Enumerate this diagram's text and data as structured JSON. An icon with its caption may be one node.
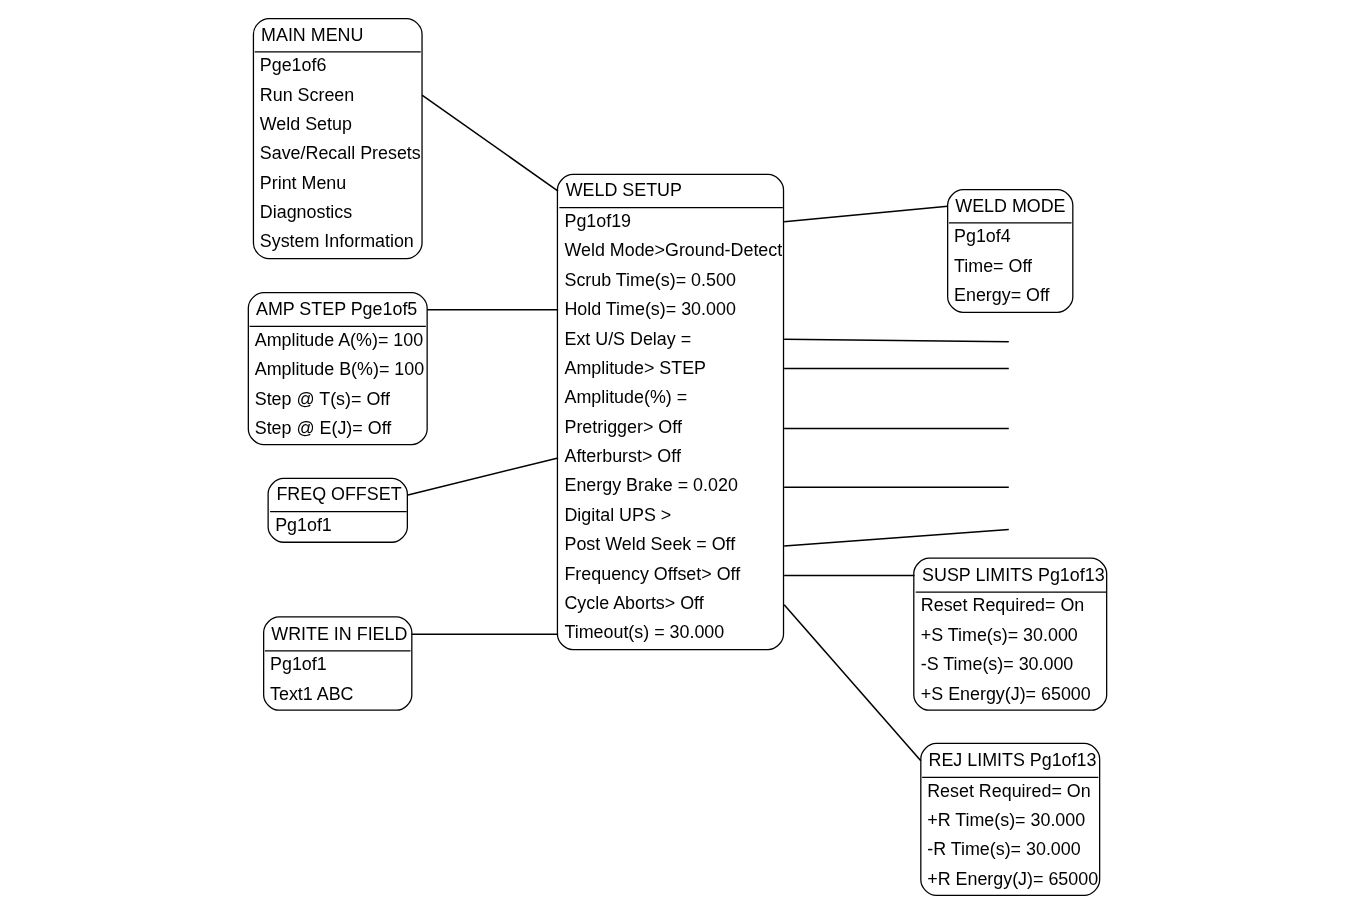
{
  "diagram": {
    "nodes": [
      {
        "text": [
          "MAIN MENU",
          "Pge1of6",
          "Run Screen",
          "Weld Setup",
          "Save/Recall Presets",
          "Print Menu",
          "Diagnostics",
          "System Information"
        ]
      },
      {
        "text": [
          "WELD SETUP",
          "Pg1of19",
          "Weld Mode>Ground-Detect",
          "Scrub Time(s)= 0.500",
          "Hold Time(s)= 30.000",
          "Ext U/S Delay =",
          "Amplitude> STEP",
          "Amplitude(%) =",
          "Pretrigger> Off",
          "Afterburst> Off",
          "Energy Brake = 0.020",
          "Digital UPS >",
          "Post Weld Seek = Off",
          "Frequency Offset> Off",
          "Cycle Aborts> Off",
          "Timeout(s) = 30.000"
        ]
      },
      {
        "text": [
          "WELD MODE",
          "Pg1of4",
          "Time= Off",
          "Energy= Off"
        ]
      },
      {
        "text": [
          "AMP STEP Pge1of5",
          "Amplitude A(%)= 100",
          "Amplitude B(%)= 100",
          "Step @ T(s)= Off",
          "Step @ E(J)= Off"
        ]
      },
      {
        "text": [
          "FREQ OFFSET",
          "Pg1of1"
        ]
      },
      {
        "text": [
          "WRITE IN FIELD",
          "Pg1of1",
          "Text1 ABC"
        ]
      },
      {
        "text": [
          "REJ LIMITS Pg1of13",
          "Reset Required= On",
          "+R Time(s)= 30.000",
          "-R Time(s)= 30.000",
          "+R Energy(J)= 65000"
        ]
      },
      {
        "text": [
          "SUSP LIMITS Pg1of13",
          "Reset Required= On",
          "+S Time(s)= 30.000",
          "-S Time(s)= 30.000",
          "+S Energy(J)= 65000"
        ]
      }
    ],
    "edges": [
      {
        "from": 0,
        "to": 1,
        "arrow": "none"
      },
      {
        "from": 1,
        "to": 2,
        "arrow": "none"
      },
      {
        "from": 3,
        "to": 1,
        "arrow": "none"
      },
      {
        "from": 4,
        "to": 1,
        "arrow": "none"
      },
      {
        "from": 5,
        "to": 1,
        "arrow": "none"
      },
      {
        "from": 1,
        "to": 6,
        "arrow": "none"
      },
      {
        "from": 1,
        "to": 7,
        "arrow": "none"
      },
      {
        "from": 1,
        "to": null,
        "arrow": "none"
      },
      {
        "from": 1,
        "to": null,
        "arrow": "none"
      },
      {
        "from": 1,
        "to": null,
        "arrow": "none"
      },
      {
        "from": 1,
        "to": null,
        "arrow": "none"
      },
      {
        "from": 1,
        "to": null,
        "arrow": "none"
      }
    ]
  }
}
